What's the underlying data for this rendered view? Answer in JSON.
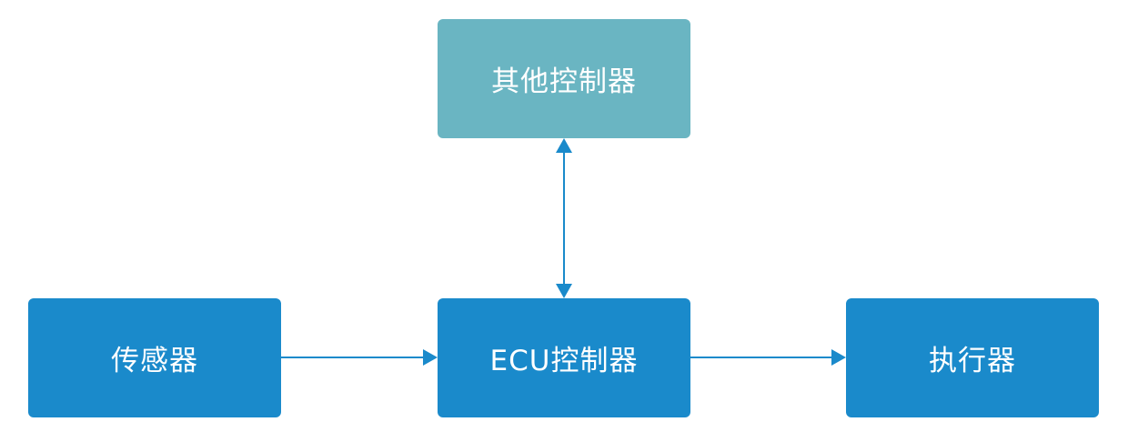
{
  "diagram": {
    "nodes": {
      "other_controllers": "其他控制器",
      "sensor": "传感器",
      "ecu_controller": "ECU控制器",
      "actuator": "执行器"
    },
    "edges": [
      {
        "from": "sensor",
        "to": "ecu_controller",
        "direction": "forward"
      },
      {
        "from": "ecu_controller",
        "to": "actuator",
        "direction": "forward"
      },
      {
        "from": "ecu_controller",
        "to": "other_controllers",
        "direction": "bidirectional"
      }
    ]
  },
  "colors": {
    "node_blue": "#1a8acb",
    "node_teal": "#6ab5c2",
    "arrow": "#1a8acb"
  }
}
